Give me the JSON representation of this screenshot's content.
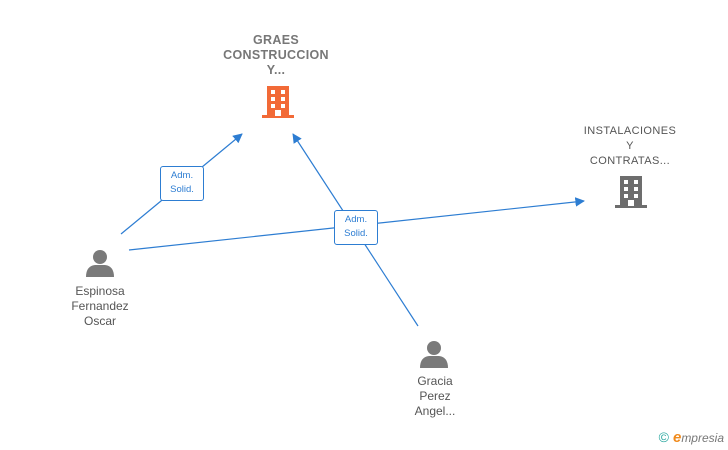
{
  "nodes": {
    "company1": {
      "lines": [
        "GRAES",
        "CONSTRUCCION",
        "Y..."
      ],
      "color": "#f26a37"
    },
    "company2": {
      "lines": [
        "INSTALACIONES",
        "Y",
        "CONTRATAS..."
      ],
      "color": "#6d6d6d"
    },
    "person1": {
      "lines": [
        "Espinosa",
        "Fernandez",
        "Oscar"
      ]
    },
    "person2": {
      "lines": [
        "Gracia",
        "Perez",
        "Angel..."
      ]
    }
  },
  "edges": {
    "label1": [
      "Adm.",
      "Solid."
    ],
    "label2": [
      "Adm.",
      "Solid."
    ],
    "color": "#2d7dd2"
  },
  "footer": {
    "copyright": "©",
    "brand_e": "e",
    "brand_rest": "mpresia"
  }
}
